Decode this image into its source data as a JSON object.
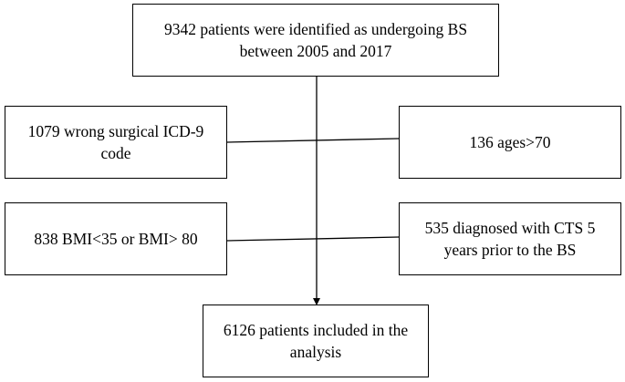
{
  "flowchart": {
    "top": "9342 patients were identified as undergoing BS between 2005 and 2017",
    "exclusion_1": "1079 wrong surgical ICD-9 code",
    "exclusion_2": "136 ages>70",
    "exclusion_3": "838 BMI<35 or BMI> 80",
    "exclusion_4": "535 diagnosed with CTS 5 years prior to the BS",
    "result": "6126 patients included in the analysis"
  }
}
